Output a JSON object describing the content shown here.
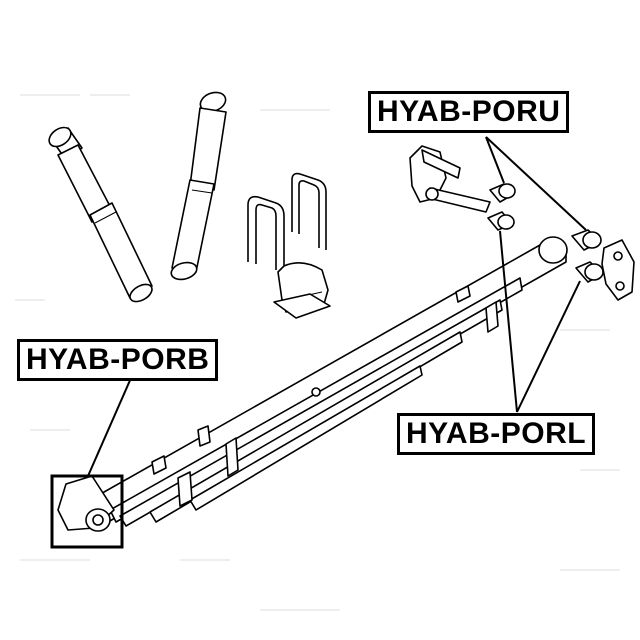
{
  "labels": {
    "upper": "HYAB-PORU",
    "bushing": "HYAB-PORB",
    "lower": "HYAB-PORL"
  },
  "colors": {
    "line": "#000000",
    "background": "#ffffff",
    "faded_background_text": "#dcdcdc"
  }
}
